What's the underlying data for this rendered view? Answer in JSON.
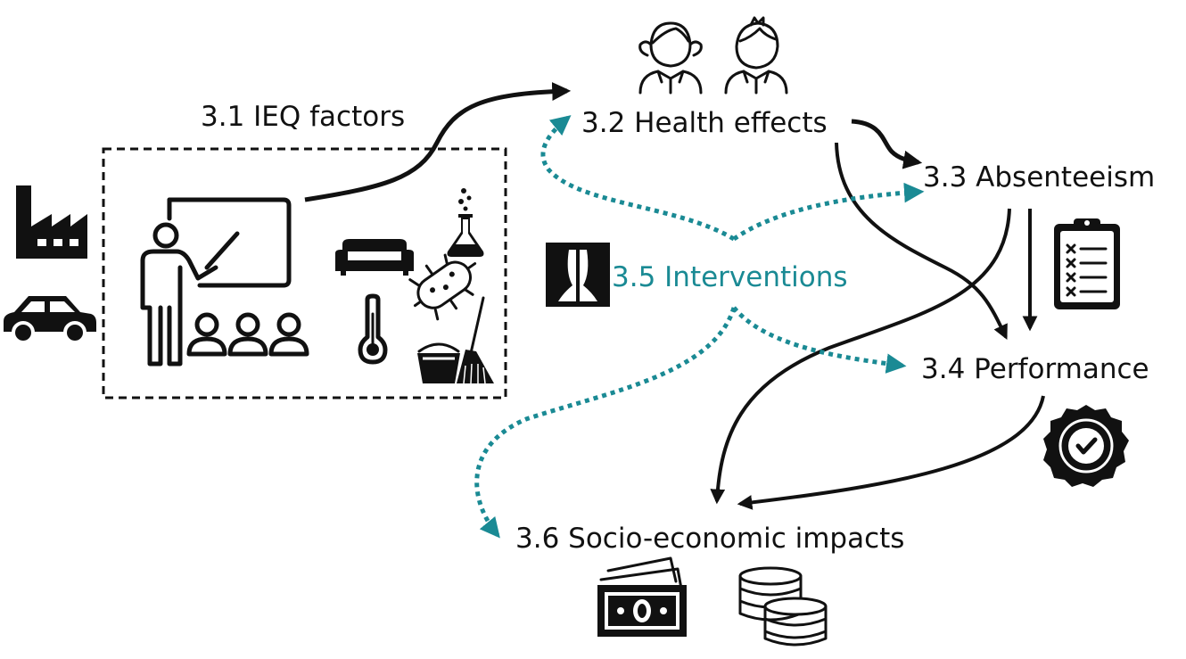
{
  "diagram": {
    "nodes": {
      "ieq_factors": {
        "label": "3.1 IEQ factors"
      },
      "health_effects": {
        "label": "3.2 Health effects"
      },
      "absenteeism": {
        "label": "3.3 Absenteeism"
      },
      "performance": {
        "label": "3.4 Performance"
      },
      "interventions": {
        "label": "3.5 Interventions"
      },
      "socio_economic": {
        "label": "3.6 Socio-economic impacts"
      }
    },
    "colors": {
      "solid_arrow": "#111111",
      "dotted_arrow": "#1a8a94",
      "interventions_text": "#1a8a94"
    },
    "icons": {
      "outdoor_sources": [
        "factory-icon",
        "car-icon"
      ],
      "ieq_box": [
        "teacher-pointing-board-icon",
        "students-icon",
        "sofa-icon",
        "flask-icon",
        "bacteria-icon",
        "thermometer-icon",
        "bucket-broom-icon"
      ],
      "health_effects": [
        "girl-student-icon",
        "boy-student-icon"
      ],
      "absenteeism": [
        "clipboard-checklist-icon"
      ],
      "performance": [
        "check-badge-icon"
      ],
      "interventions": [
        "window-curtains-icon"
      ],
      "socio_economic": [
        "banknotes-icon",
        "coins-stack-icon"
      ]
    }
  }
}
